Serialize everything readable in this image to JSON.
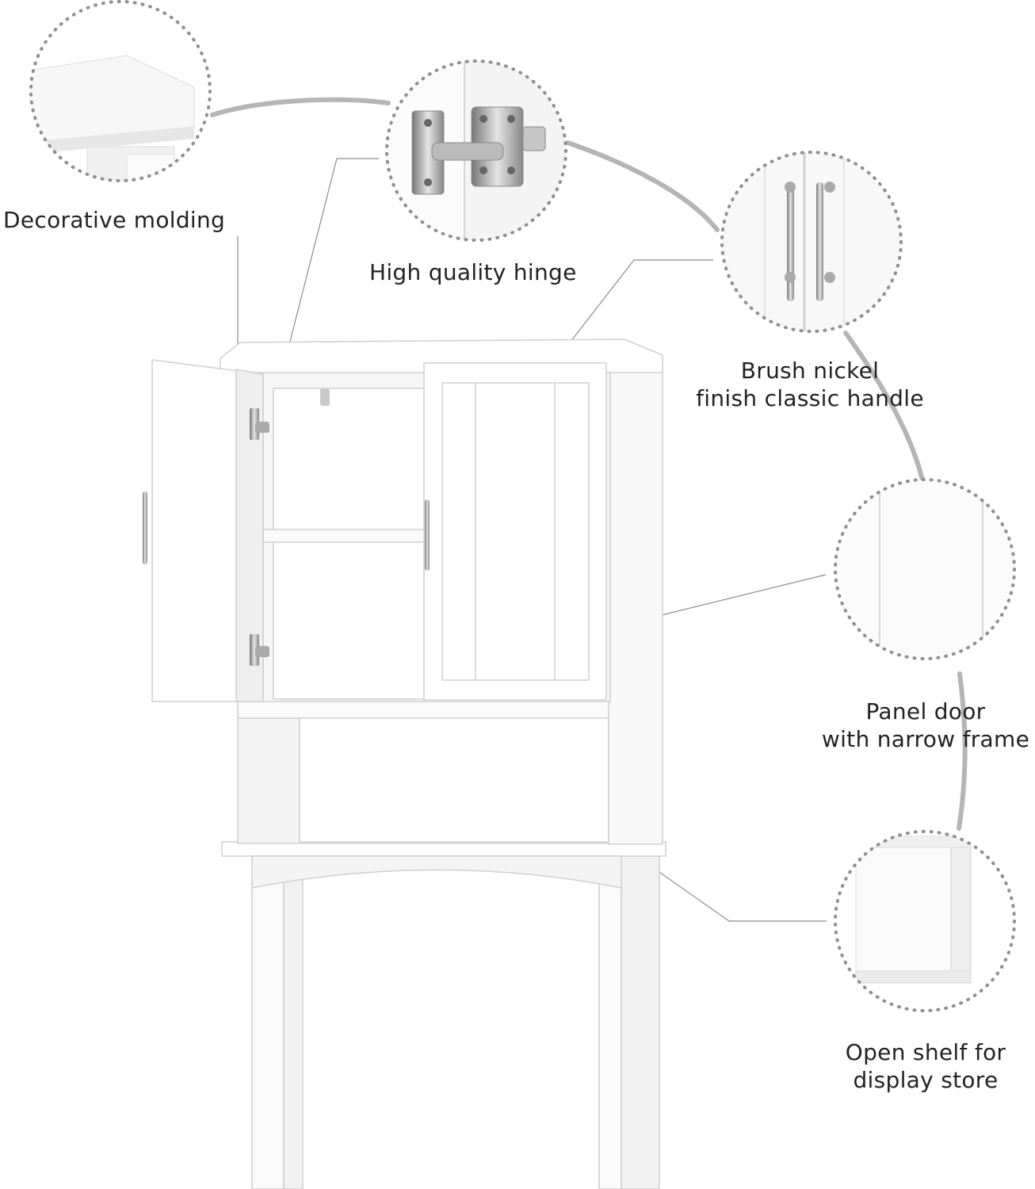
{
  "callouts": {
    "molding": {
      "lines": [
        "Decorative molding"
      ]
    },
    "hinge": {
      "lines": [
        "High quality hinge"
      ]
    },
    "handle": {
      "lines": [
        "Brush nickel",
        "finish classic handle"
      ]
    },
    "panel": {
      "lines": [
        "Panel door",
        "with narrow frame"
      ]
    },
    "shelf": {
      "lines": [
        "Open shelf for",
        "display store"
      ]
    }
  },
  "colors": {
    "cabinet": "#ffffff",
    "shadow": "#e6e6e6",
    "outline": "#cfcfcf",
    "arc": "#b4b4b4",
    "dots": "#8f8f8f",
    "nickel": "#9a9a9a"
  },
  "icons": [
    "hinge-icon",
    "handle-icon"
  ]
}
